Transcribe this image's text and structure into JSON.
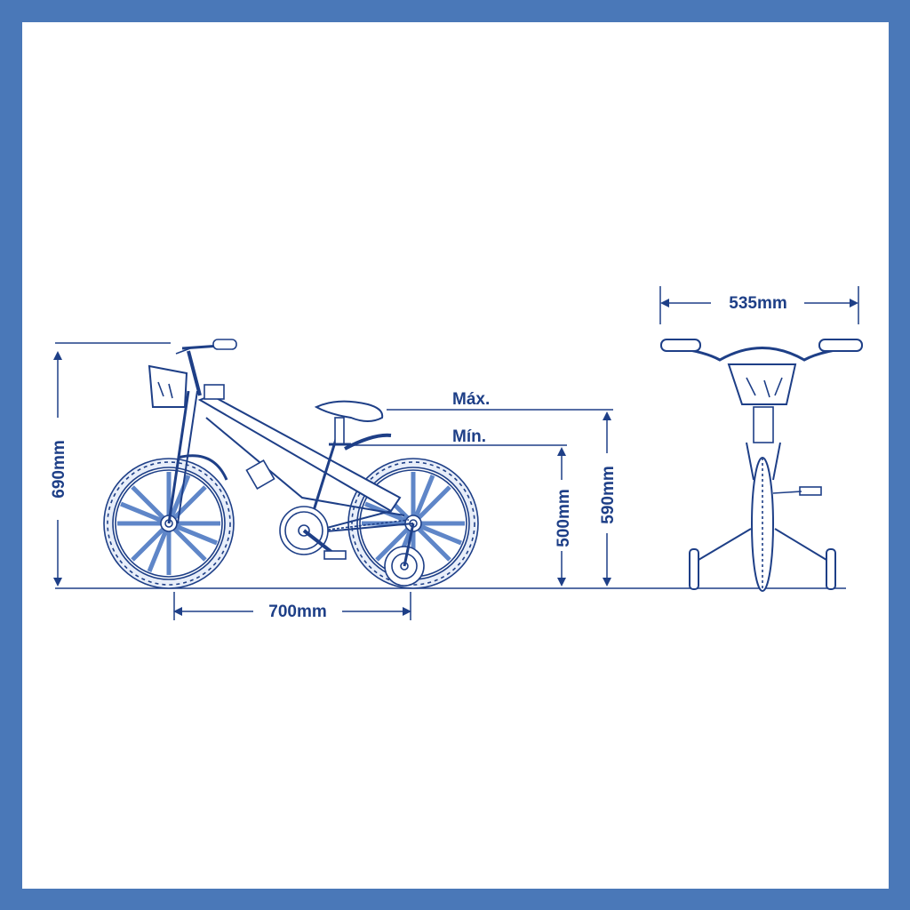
{
  "dimensions": {
    "height_total": "690mm",
    "wheelbase": "700mm",
    "seat_max_height": "590mm",
    "seat_min_height": "500mm",
    "handlebar_width": "535mm"
  },
  "labels": {
    "seat_max": "Máx.",
    "seat_min": "Mín."
  },
  "colors": {
    "border": "#4a78b8",
    "ink": "#1e3f87",
    "wheel_fill": "#9fb6e0",
    "background": "#ffffff"
  }
}
